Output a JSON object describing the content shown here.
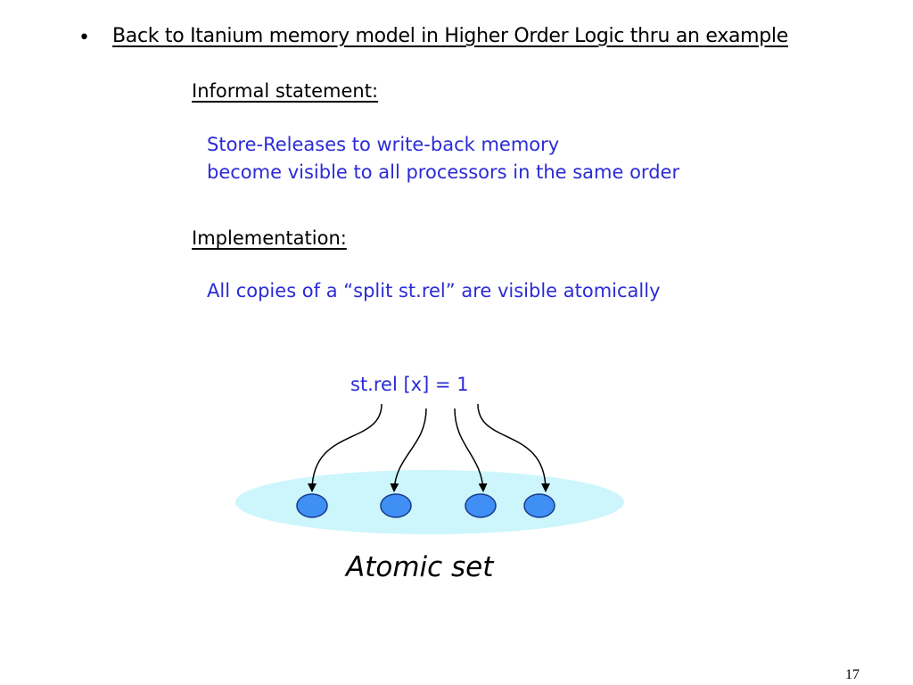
{
  "slide": {
    "bullet": "•",
    "heading": "Back to Itanium memory model in Higher Order Logic thru an example",
    "informal": {
      "label": "Informal statement:",
      "lines": [
        "Store-Releases to write-back memory",
        "become visible to all processors in the same order"
      ]
    },
    "implementation": {
      "label": "Implementation:",
      "line": "All copies of a “split st.rel” are visible atomically"
    },
    "diagram": {
      "store_label": "st.rel [x] = 1",
      "caption": "Atomic set"
    },
    "page_number": "17"
  },
  "colors": {
    "text_blue": "#2b2bd6",
    "ellipse_fill": "#ccf6fb",
    "node_fill": "#3f8ff5",
    "node_stroke": "#1a3a8a"
  }
}
